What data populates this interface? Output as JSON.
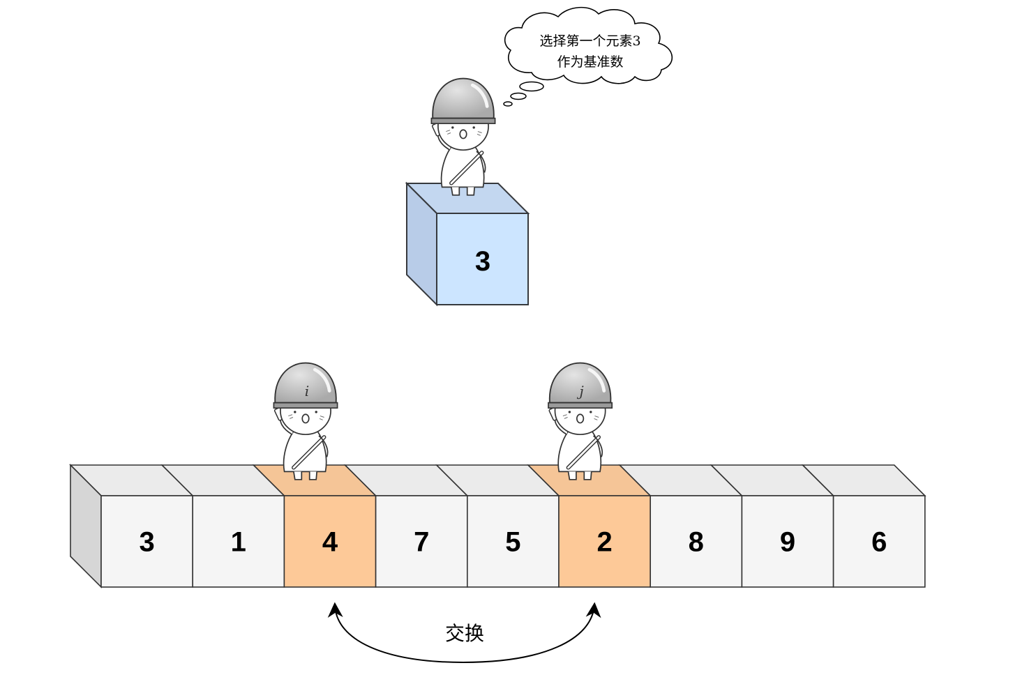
{
  "pivot": {
    "value": "3",
    "colors": {
      "front": "#cce5ff",
      "top": "#c3d7f0",
      "side": "#b8cce8",
      "stroke": "#36393d"
    }
  },
  "thought": {
    "line1": "选择第一个元素3",
    "line2": "作为基准数"
  },
  "array": {
    "cells": [
      {
        "value": "3",
        "state": "normal"
      },
      {
        "value": "1",
        "state": "normal"
      },
      {
        "value": "4",
        "state": "highlight"
      },
      {
        "value": "7",
        "state": "normal"
      },
      {
        "value": "5",
        "state": "normal"
      },
      {
        "value": "2",
        "state": "highlight"
      },
      {
        "value": "8",
        "state": "normal"
      },
      {
        "value": "9",
        "state": "normal"
      },
      {
        "value": "6",
        "state": "normal"
      }
    ],
    "colors": {
      "normal_front": "#f5f5f5",
      "normal_top": "#ebebeb",
      "side": "#d6d6d6",
      "highlight_front": "#fdc998",
      "highlight_top": "#f5c597",
      "stroke": "#333333"
    }
  },
  "pointers": {
    "i": {
      "letter": "i",
      "cell_index": 2
    },
    "j": {
      "letter": "j",
      "cell_index": 5
    }
  },
  "swap_label": "交换",
  "icons": [
    "helmet-worker-icon",
    "thought-cloud-icon",
    "curved-double-arrow-icon"
  ]
}
